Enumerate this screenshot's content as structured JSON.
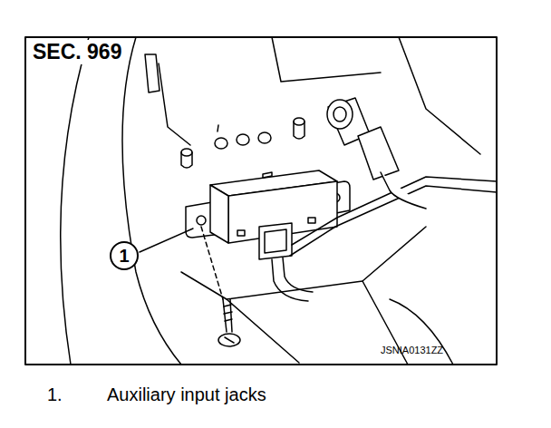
{
  "diagram": {
    "title": "SEC. 969",
    "nodes": [
      {
        "text": [
          "1"
        ]
      }
    ],
    "labels": [
      "JSNIA0131ZZ",
      "1.",
      "Auxiliary input jacks"
    ]
  }
}
